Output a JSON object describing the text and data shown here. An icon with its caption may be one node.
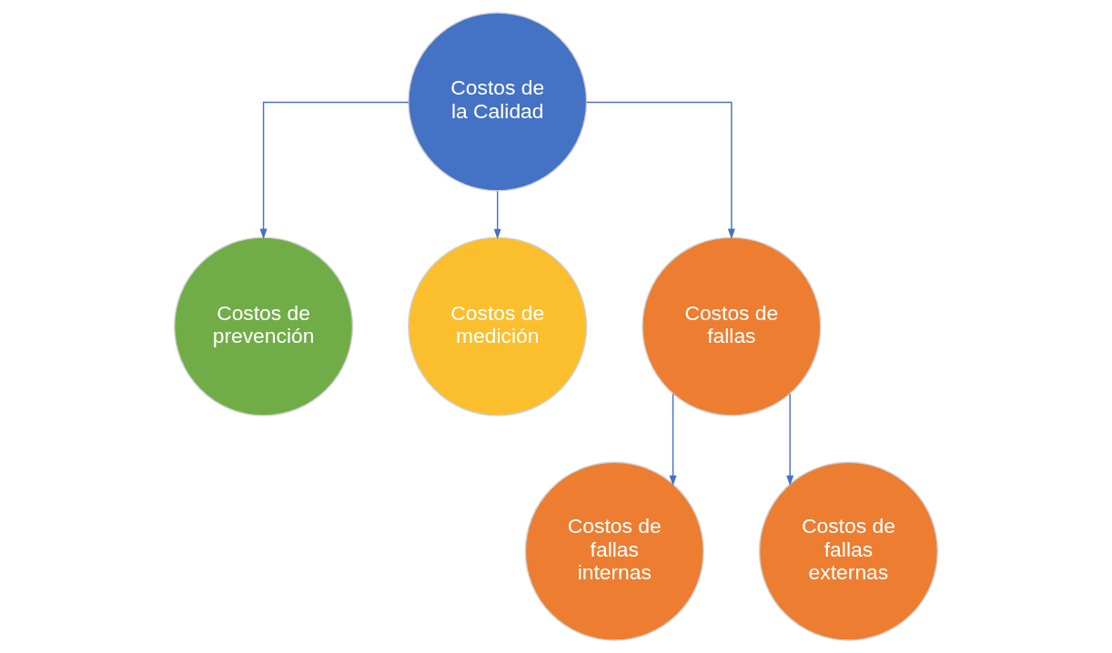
{
  "diagram": {
    "nodes": [
      {
        "text": [
          "Costos de la Calidad"
        ]
      },
      {
        "text": [
          "Costos de prevención"
        ]
      },
      {
        "text": [
          "Costos de medición"
        ]
      },
      {
        "text": [
          "Costos de fallas"
        ]
      },
      {
        "text": [
          "Costos de fallas internas"
        ]
      },
      {
        "text": [
          "Costos de fallas externas"
        ]
      }
    ],
    "edges": [
      {
        "from": 0,
        "to": 1,
        "arrow": "to"
      },
      {
        "from": 0,
        "to": 2,
        "arrow": "to"
      },
      {
        "from": 0,
        "to": 3,
        "arrow": "to"
      },
      {
        "from": 3,
        "to": 4,
        "arrow": "to"
      },
      {
        "from": 3,
        "to": 5,
        "arrow": "to"
      }
    ]
  }
}
